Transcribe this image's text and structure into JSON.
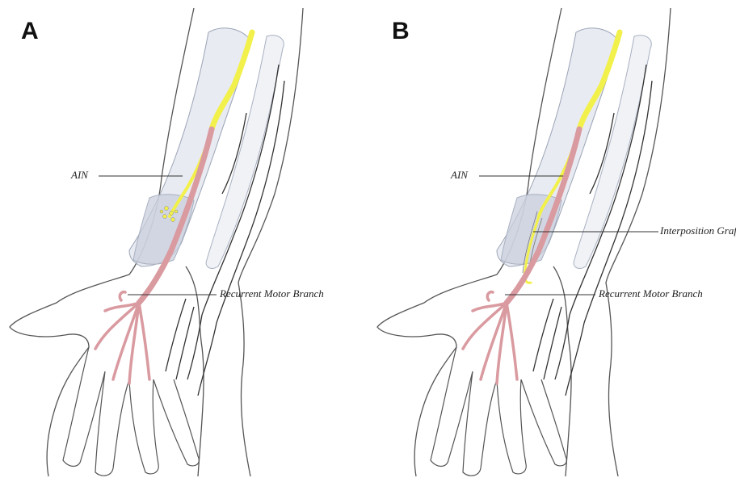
{
  "panels": [
    {
      "letter": "A",
      "labels": {
        "ain": "AIN",
        "recurrent": "Recurrent Motor Branch"
      }
    },
    {
      "letter": "B",
      "labels": {
        "ain": "AIN",
        "graft": "Interposition Graft",
        "recurrent": "Recurrent Motor Branch"
      }
    }
  ],
  "colors": {
    "outline": "#555555",
    "bone_fill": "#dfe3ec",
    "pronator_fill": "#c9cfdc",
    "nerve_yellow": "#f2f04a",
    "nerve_pink": "#d99aa0",
    "tendon_dark": "#333333"
  }
}
